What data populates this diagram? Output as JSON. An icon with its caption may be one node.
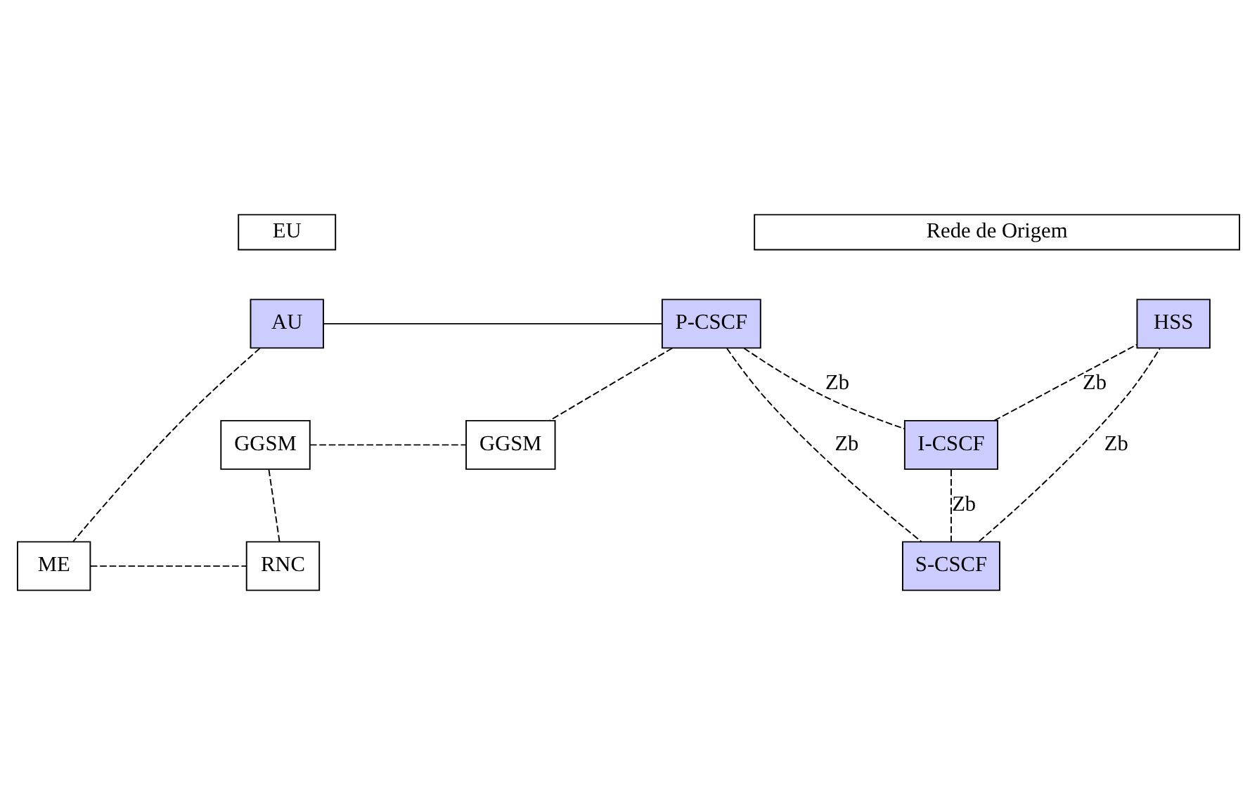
{
  "diagram": {
    "nodes": [
      {
        "text": [
          "EU"
        ]
      },
      {
        "text": [
          "Rede de Origem"
        ]
      },
      {
        "text": [
          "AU"
        ]
      },
      {
        "text": [
          "P-CSCF"
        ]
      },
      {
        "text": [
          "I-CSCF"
        ]
      },
      {
        "text": [
          "S-CSCF"
        ]
      },
      {
        "text": [
          "HSS"
        ]
      },
      {
        "text": [
          "GGSM"
        ]
      },
      {
        "text": [
          "GGSM"
        ]
      },
      {
        "text": [
          "ME"
        ]
      },
      {
        "text": [
          "RNC"
        ]
      }
    ],
    "edges": [
      {
        "from": 2,
        "to": 3,
        "arrow": "none"
      },
      {
        "from": 3,
        "to": 4,
        "arrow": "none",
        "label": "Zb",
        "style": "dashed"
      },
      {
        "from": 3,
        "to": 5,
        "arrow": "none",
        "label": "Zb",
        "style": "dashed"
      },
      {
        "from": 4,
        "to": 6,
        "arrow": "none",
        "label": "Zb",
        "style": "dashed"
      },
      {
        "from": 5,
        "to": 6,
        "arrow": "none",
        "label": "Zb",
        "style": "dashed"
      },
      {
        "from": 4,
        "to": 5,
        "arrow": "none",
        "label": "Zb",
        "style": "dashed"
      },
      {
        "from": 2,
        "to": 9,
        "arrow": "none",
        "style": "dashed"
      },
      {
        "from": 3,
        "to": 7,
        "arrow": "none",
        "style": "dashed"
      },
      {
        "from": 8,
        "to": 7,
        "arrow": "none",
        "style": "dashed"
      },
      {
        "from": 8,
        "to": 10,
        "arrow": "none",
        "style": "dashed"
      },
      {
        "from": 9,
        "to": 10,
        "arrow": "none",
        "style": "dashed"
      }
    ]
  }
}
